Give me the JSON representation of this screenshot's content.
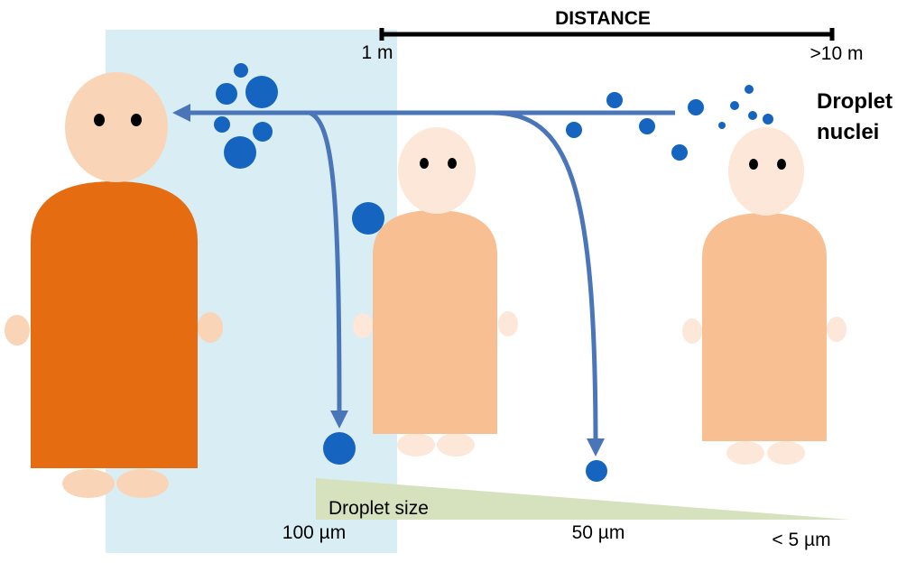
{
  "distance": {
    "title": "DISTANCE",
    "near_label": "1 m",
    "far_label": ">10 m"
  },
  "droplet_nuclei_label": [
    "Droplet",
    "nuclei"
  ],
  "droplet_size": {
    "label": "Droplet size",
    "ticks": [
      "100 µm",
      "50 µm",
      "< 5 µm"
    ]
  },
  "colors": {
    "near_zone": "#d9edf4",
    "droplet": "#1565c0",
    "arrow": "#4a76b9",
    "size_wedge": "#d6e2bd",
    "person_near_body": "#e56c10",
    "person_near_skin": "#f9d4b7",
    "person_mid_body": "#f8bf92",
    "person_mid_skin": "#fce7d8",
    "text": "#000000"
  }
}
